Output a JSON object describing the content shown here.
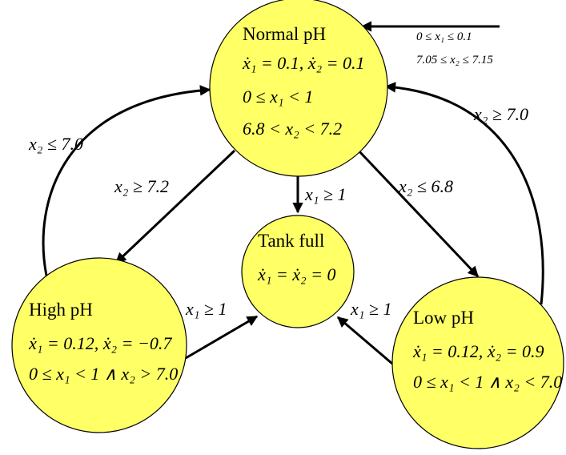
{
  "colors": {
    "state_fill": "#ffff66",
    "stroke": "#000000"
  },
  "states": {
    "normal": {
      "title": "Normal pH",
      "lines": [
        "ẋ₁ = 0.1, ẋ₂ = 0.1",
        "0 ≤ x₁ < 1",
        "6.8 < x₂ < 7.2"
      ]
    },
    "tank": {
      "title": "Tank full",
      "lines": [
        "ẋ₁ = ẋ₂ = 0"
      ]
    },
    "high": {
      "title": "High pH",
      "lines": [
        "ẋ₁ = 0.12, ẋ₂ = −0.7",
        "0 ≤ x₁ < 1 ∧ x₂ > 7.0"
      ]
    },
    "low": {
      "title": "Low pH",
      "lines": [
        "ẋ₁ = 0.12, ẋ₂ = 0.9",
        "0 ≤ x₁ < 1 ∧ x₂ < 7.0"
      ]
    }
  },
  "initial": {
    "lines": [
      "0 ≤ x₁ ≤ 0.1",
      "7.05 ≤ x₂ ≤ 7.15"
    ]
  },
  "edges": {
    "high_to_normal": "x₂ ≤ 7.0",
    "low_to_normal": "x₂ ≥ 7.0",
    "normal_to_high": "x₂ ≥ 7.2",
    "normal_to_low": "x₂ ≤ 6.8",
    "normal_to_tank": "x₁ ≥ 1",
    "high_to_tank": "x₁ ≥ 1",
    "low_to_tank": "x₁ ≥ 1"
  }
}
